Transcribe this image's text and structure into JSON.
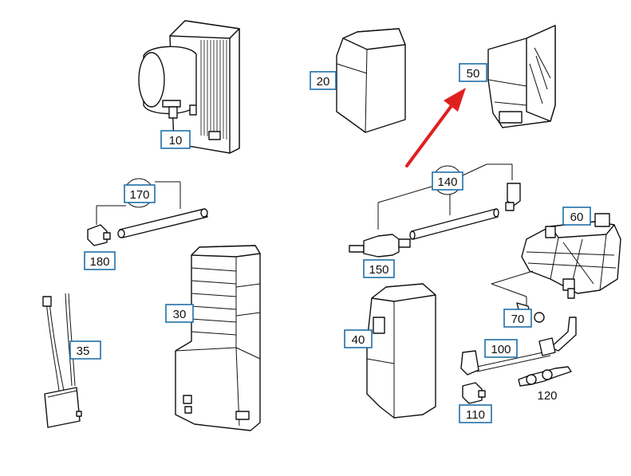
{
  "callouts": {
    "c10": "10",
    "c20": "20",
    "c50": "50",
    "c170": "170",
    "c180": "180",
    "c140": "140",
    "c150": "150",
    "c60": "60",
    "c30": "30",
    "c35": "35",
    "c40": "40",
    "c70": "70",
    "c100": "100",
    "c110": "110"
  },
  "labels": {
    "l120": "120"
  },
  "colors": {
    "callout_border": "#1f6fa8",
    "arrow": "#e02020",
    "line": "#111111"
  }
}
